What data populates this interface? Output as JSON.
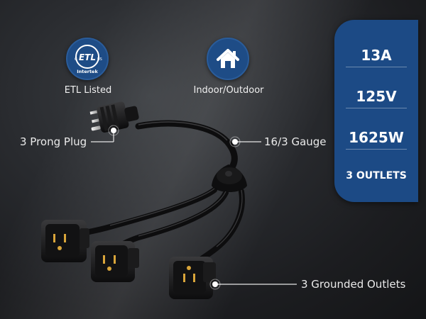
{
  "badges": {
    "etl": {
      "icon": "etl-intertek-icon",
      "label": "ETL Listed",
      "logo_text": "ETL",
      "logo_c": "C",
      "logo_us": "US",
      "logo_brand": "Intertek"
    },
    "home": {
      "icon": "house-icon",
      "label": "Indoor/Outdoor"
    }
  },
  "specs": {
    "amperage": "13A",
    "voltage": "125V",
    "wattage": "1625W",
    "outlets": "3 OUTLETS"
  },
  "callouts": {
    "plug": "3 Prong Plug",
    "gauge": "16/3 Gauge",
    "outlets": "3 Grounded Outlets"
  },
  "colors": {
    "accent_blue": "#1c4a85",
    "background_dark": "#1c1d20",
    "cord_black": "#111111"
  }
}
